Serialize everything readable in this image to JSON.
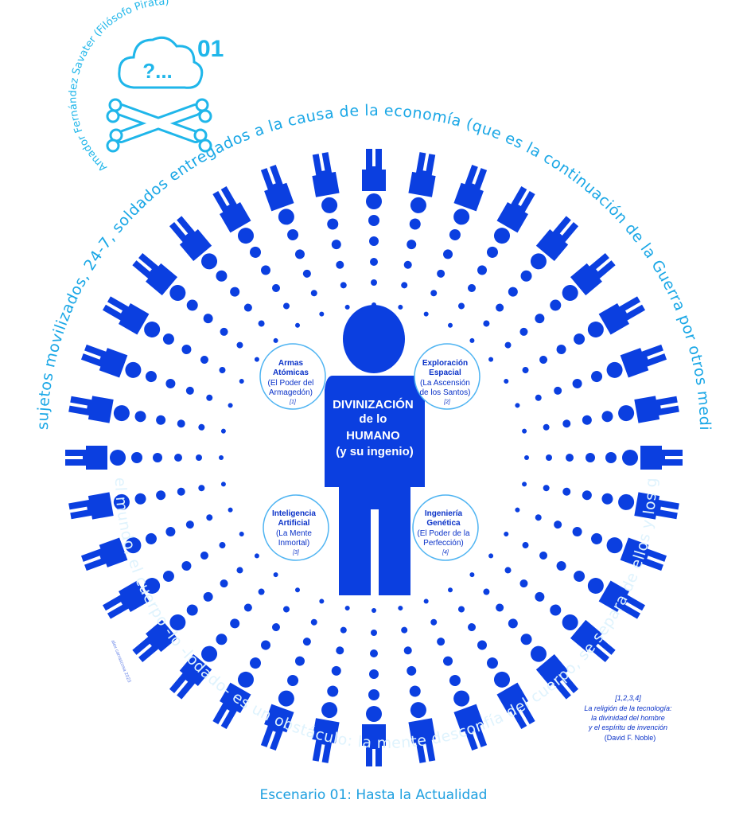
{
  "author_arc": "Amador Fernández Savater (Filósofo Pirata)",
  "logo": {
    "number": "01",
    "cloud_text": "?..."
  },
  "outer_arc_text": "sujetos movilizados, 24-7, soldados entregados a la causa de la economía (que es la continuación de la Guerra por otros medios)",
  "inner_arc_text": "el mundo, el cuerpo -lo -lodado- es un obstáculo: la mente desconfía del cuerpo, se separa de ellos y los gobierna",
  "center": {
    "lines": [
      "DIVINIZACIÓN",
      "de lo",
      "HUMANO",
      "(y su ingenio)"
    ]
  },
  "bubbles": [
    {
      "id": "armas",
      "title": [
        "Armas",
        "Atómicas"
      ],
      "sub": [
        "(El Poder del",
        "Armagedón)"
      ],
      "ref": "[1]"
    },
    {
      "id": "exploracion",
      "title": [
        "Exploración",
        "Espacial"
      ],
      "sub": [
        "(La Ascensión",
        "de los Santos)"
      ],
      "ref": "[2]"
    },
    {
      "id": "inteligencia",
      "title": [
        "Inteligencia",
        "Artificial"
      ],
      "sub": [
        "(La Mente",
        "Inmortal)"
      ],
      "ref": "[3]"
    },
    {
      "id": "ingenieria",
      "title": [
        "Ingeniería",
        "Genética"
      ],
      "sub": [
        "(El Poder de la",
        "Perfección)"
      ],
      "ref": "[4]"
    }
  ],
  "reference_note": {
    "ids": "[1,2,3,4]",
    "lines": [
      "La religión de la tecnología:",
      "la divinidad del hombre",
      "y el espíritu de invención"
    ],
    "author": "(David F. Noble)"
  },
  "watermark": "alex carrascosa 2023",
  "footer": "Escenario 01: Hasta la Actualidad",
  "colors": {
    "figure": "#0b3fe0",
    "figure_light": "#1560f0",
    "accent": "#1fb6ea",
    "bubble_stroke": "#4fb4f2"
  }
}
